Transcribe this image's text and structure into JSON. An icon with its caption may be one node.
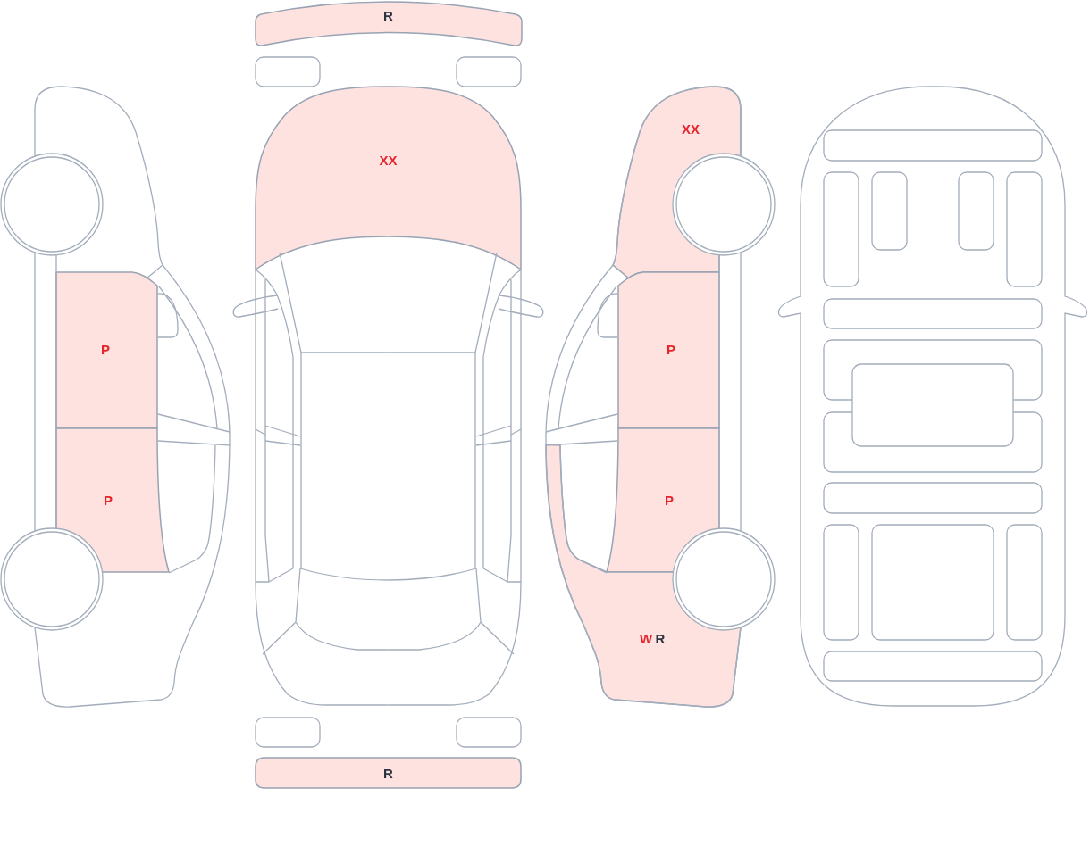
{
  "diagram": {
    "nodes": [
      {
        "text": [
          "R"
        ]
      },
      {
        "text": [
          "XX"
        ]
      },
      {
        "text": [
          "P"
        ]
      },
      {
        "text": [
          "P"
        ]
      },
      {
        "text": [
          "XX"
        ]
      },
      {
        "text": [
          "P"
        ]
      },
      {
        "text": [
          "P"
        ]
      },
      {
        "text": [
          "W",
          "R"
        ]
      },
      {
        "text": [
          "R"
        ]
      }
    ]
  }
}
